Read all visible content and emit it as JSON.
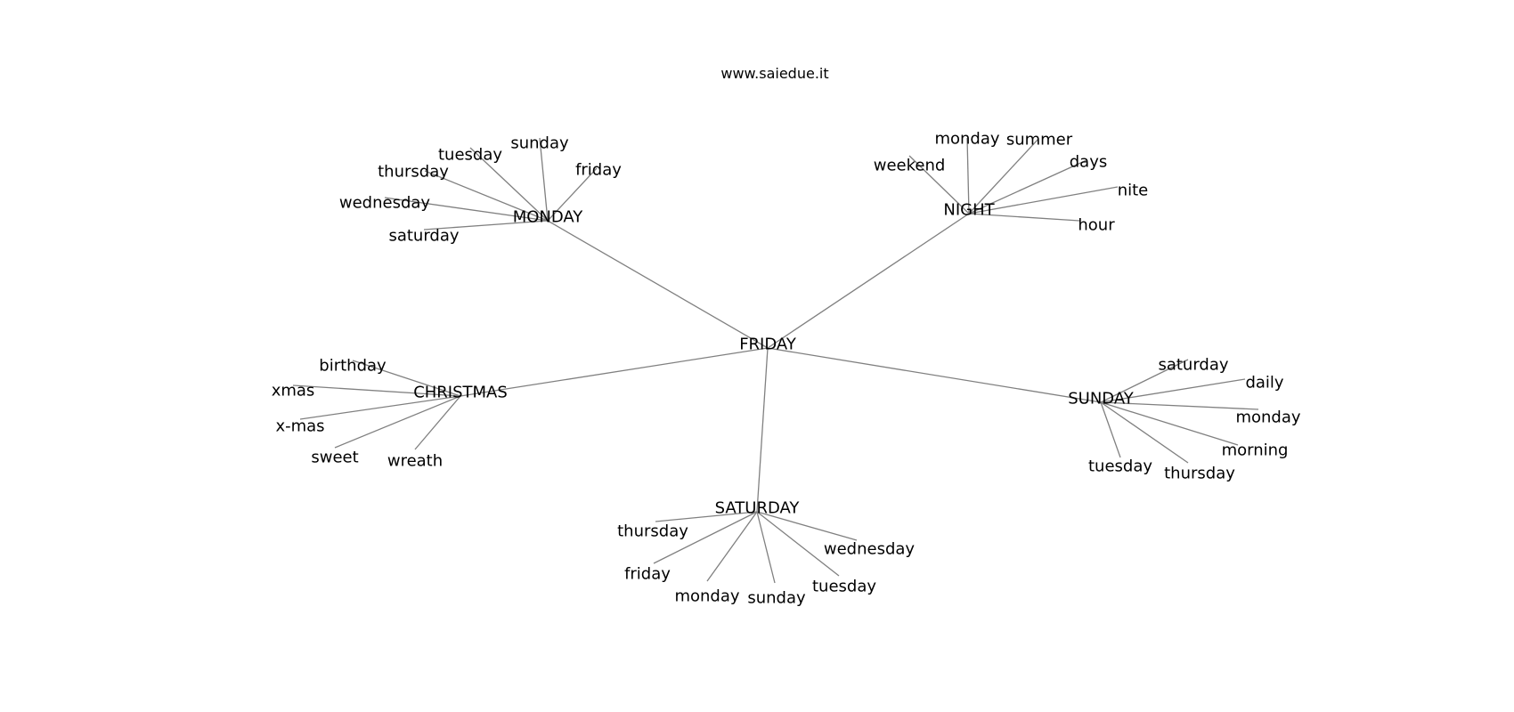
{
  "header": {
    "site": "www.saiedue.it"
  },
  "graph": {
    "edge_color": "#808080",
    "text_color": "#000000",
    "center": "FRIDAY",
    "hubs": [
      {
        "id": "monday",
        "label": "MONDAY",
        "leaves": [
          "tuesday",
          "sunday",
          "friday",
          "thursday",
          "wednesday",
          "saturday"
        ]
      },
      {
        "id": "night",
        "label": "NIGHT",
        "leaves": [
          "weekend",
          "monday",
          "summer",
          "days",
          "nite",
          "hour"
        ]
      },
      {
        "id": "christmas",
        "label": "CHRISTMAS",
        "leaves": [
          "birthday",
          "xmas",
          "x-mas",
          "sweet",
          "wreath"
        ]
      },
      {
        "id": "sunday",
        "label": "SUNDAY",
        "leaves": [
          "saturday",
          "daily",
          "monday",
          "morning",
          "tuesday",
          "thursday"
        ]
      },
      {
        "id": "saturday",
        "label": "SATURDAY",
        "leaves": [
          "thursday",
          "wednesday",
          "friday",
          "monday",
          "sunday",
          "tuesday"
        ]
      }
    ]
  }
}
